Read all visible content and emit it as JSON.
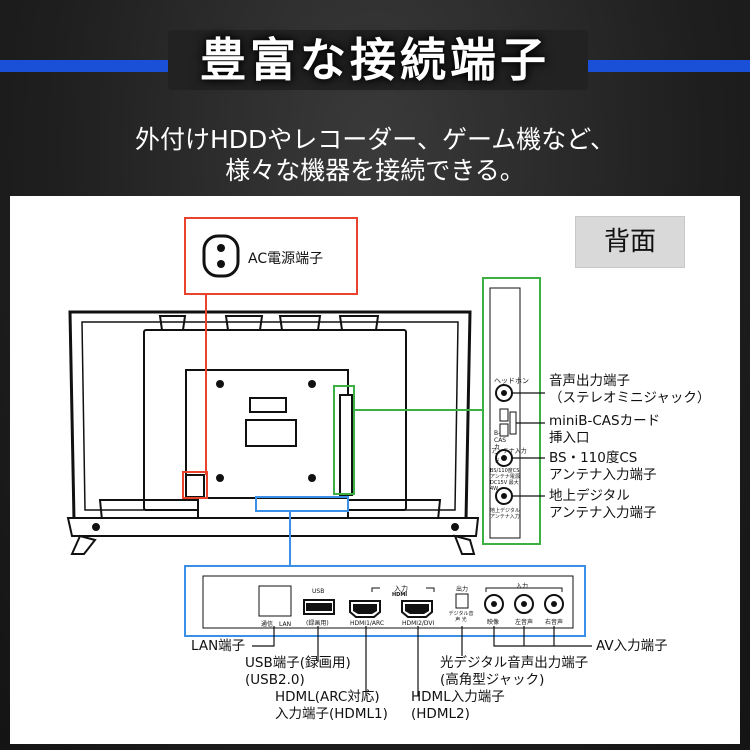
{
  "headline": "豊富な接続端子",
  "subtitle": {
    "line1": "外付けHDDやレコーダー、ゲーム機など、",
    "line2": "様々な機器を接続できる。"
  },
  "back_label": "背面",
  "ac_power": {
    "label": "AC電源端子"
  },
  "side_panel": {
    "headphone_label": "ヘッドホン",
    "card_label": "B-CAS カード",
    "antenna_label": "アンテナ入力",
    "bs_text": "BS/110度CS アンテナ電源 DC15V 最大 4W",
    "terrestrial_text": "地上デジタル アンテナ入力"
  },
  "callouts_right": {
    "audio_out": [
      "音声出力端子",
      "（ステレオミニジャック）"
    ],
    "card_slot": [
      "miniB-CASカード",
      "挿入口"
    ],
    "bs_in": [
      "BS・110度CS",
      "アンテナ入力端子"
    ],
    "terrestrial_in": [
      "地上デジタル",
      "アンテナ入力端子"
    ]
  },
  "bottom_panel": {
    "lan_label": "通信　LAN",
    "usb_label": "USB",
    "usb_sub": "(録画用)",
    "input_header": "入力",
    "hdmi_logo": "HDMI",
    "hdmi1_label": "HDMI1/ARC",
    "hdmi2_label": "HDMI2/DVI",
    "output_header": "出力",
    "optical_label": "デジタル音声 光",
    "av_header": "入力",
    "video_label": "映像",
    "audio_l_label": "左音声",
    "audio_r_label": "右音声"
  },
  "callouts_bottom": {
    "lan": "LAN端子",
    "usb": [
      "USB端子(録画用)",
      "(USB2.0)"
    ],
    "hdmi1": [
      "HDML(ARC対応)",
      "入力端子(HDML1)"
    ],
    "hdmi2": [
      "HDML入力端子",
      "(HDML2)"
    ],
    "optical": [
      "光デジタル音声出力端子",
      "(高角型ジャック)"
    ],
    "av": "AV入力端子"
  },
  "colors": {
    "band": "#1a4fd8",
    "highlight_red": "#e8432c",
    "highlight_green": "#3cb043",
    "highlight_blue": "#3a8fe8"
  }
}
